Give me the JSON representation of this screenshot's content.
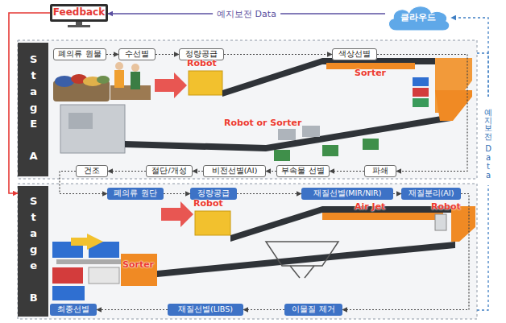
{
  "diagram": {
    "nodes": [
      {
        "text": [
          "Feedback"
        ]
      },
      {
        "text": [
          "클라우드"
        ]
      },
      {
        "text": [
          "StagE A"
        ]
      },
      {
        "text": [
          "폐의류 원물"
        ],
        "in": 2
      },
      {
        "text": [
          "수선별"
        ],
        "in": 2
      },
      {
        "text": [
          "정량공급"
        ],
        "in": 2
      },
      {
        "text": [
          "색상선별"
        ],
        "in": 2
      },
      {
        "text": [
          "파쇄"
        ],
        "in": 2
      },
      {
        "text": [
          "부속물 선별"
        ],
        "in": 2
      },
      {
        "text": [
          "비전선별(AI)"
        ],
        "in": 2
      },
      {
        "text": [
          "절단/개성"
        ],
        "in": 2
      },
      {
        "text": [
          "건조"
        ],
        "in": 2
      },
      {
        "text": [
          "Stage B"
        ]
      },
      {
        "text": [
          "폐의류 원단"
        ],
        "in": 12
      },
      {
        "text": [
          "정량공급"
        ],
        "in": 12
      },
      {
        "text": [
          "재질선별(MIR/NIR)"
        ],
        "in": 12
      },
      {
        "text": [
          "재질분리(AI)"
        ],
        "in": 12
      },
      {
        "text": [
          "이물질 제거"
        ],
        "in": 12
      },
      {
        "text": [
          "재질선별(LIBS)"
        ],
        "in": 12
      },
      {
        "text": [
          "최종선별"
        ],
        "in": 12
      },
      {
        "text": [
          "예지보전 Data"
        ]
      }
    ],
    "edges": [
      {
        "from": 1,
        "to": 0,
        "label": "예지보전 Data",
        "arrow": "to"
      },
      {
        "from": 0,
        "to": 12,
        "arrow": "to"
      },
      {
        "from": 3,
        "to": 4,
        "arrow": "to"
      },
      {
        "from": 4,
        "to": 5,
        "arrow": "to"
      },
      {
        "from": 5,
        "to": 6,
        "arrow": "to"
      },
      {
        "from": 6,
        "to": 7,
        "arrow": "to"
      },
      {
        "from": 7,
        "to": 8,
        "arrow": "to"
      },
      {
        "from": 8,
        "to": 9,
        "arrow": "to"
      },
      {
        "from": 9,
        "to": 10,
        "arrow": "to"
      },
      {
        "from": 10,
        "to": 11,
        "arrow": "to"
      },
      {
        "from": 11,
        "to": 13,
        "arrow": "to"
      },
      {
        "from": 13,
        "to": 14,
        "arrow": "to"
      },
      {
        "from": 14,
        "to": 15,
        "arrow": "to"
      },
      {
        "from": 15,
        "to": 16,
        "arrow": "to"
      },
      {
        "from": 16,
        "to": 17,
        "arrow": "to"
      },
      {
        "from": 17,
        "to": 18,
        "arrow": "to"
      },
      {
        "from": 18,
        "to": 19,
        "arrow": "to"
      },
      {
        "from": 2,
        "to": 20,
        "arrow": "none"
      },
      {
        "from": 12,
        "to": 20,
        "arrow": "none"
      },
      {
        "from": 20,
        "to": 1,
        "arrow": "to"
      }
    ],
    "labels": [
      "Robot",
      "Sorter",
      "Robot or Sorter",
      "Robot",
      "Air Jet",
      "Robot",
      "Sorter"
    ]
  }
}
